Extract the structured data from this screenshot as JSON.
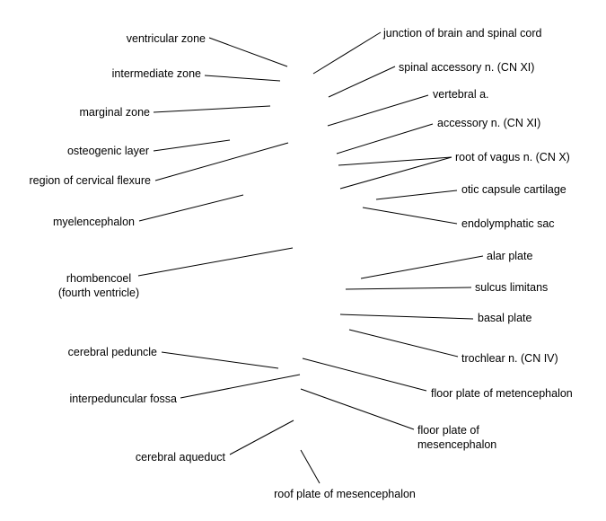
{
  "labels": {
    "ventricular_zone": "ventricular zone",
    "intermediate_zone": "intermediate zone",
    "marginal_zone": "marginal zone",
    "osteogenic_layer": "osteogenic layer",
    "region_cervical_flexure": "region of cervical flexure",
    "myelencephalon": "myelencephalon",
    "rhombencoel_line1": "rhombencoel",
    "rhombencoel_line2": "(fourth ventricle)",
    "cerebral_peduncle": "cerebral peduncle",
    "interpeduncular_fossa": "interpeduncular fossa",
    "cerebral_aqueduct": "cerebral aqueduct",
    "roof_plate_mesencephalon": "roof plate of mesencephalon",
    "junction_brain_spinal_cord": "junction of brain and spinal cord",
    "spinal_accessory_n": "spinal accessory n. (CN XI)",
    "vertebral_a": "vertebral a.",
    "accessory_n": "accessory n. (CN XI)",
    "root_vagus_n": "root of vagus n. (CN X)",
    "otic_capsule_cartilage": "otic capsule cartilage",
    "endolymphatic_sac": "endolymphatic sac",
    "alar_plate": "alar plate",
    "sulcus_limitans": "sulcus limitans",
    "basal_plate": "basal plate",
    "trochlear_n": "trochlear n. (CN IV)",
    "floor_plate_metencephalon": "floor plate of metencephalon",
    "floor_plate_mesencephalon_line1": "floor plate of",
    "floor_plate_mesencephalon_line2": "mesencephalon"
  }
}
